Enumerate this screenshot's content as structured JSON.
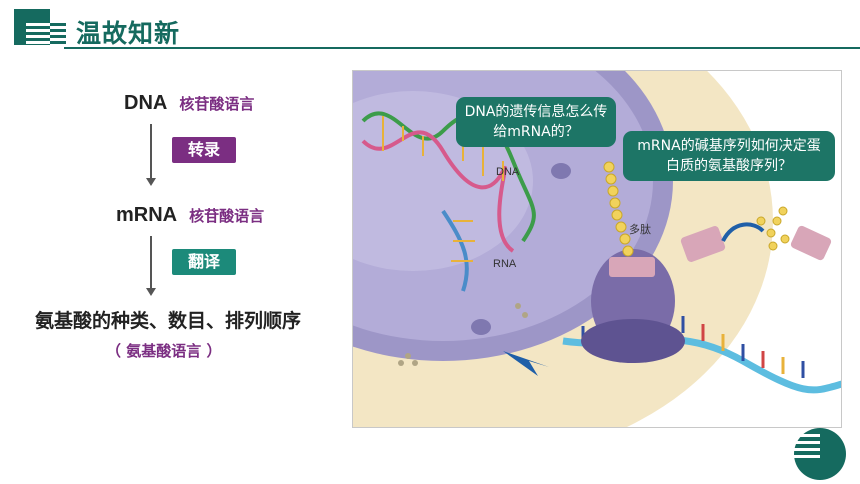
{
  "header": {
    "title": "温故知新"
  },
  "flow": {
    "dna": "DNA",
    "dna_note": "核苷酸语言",
    "step1": "转录",
    "mrna": "mRNA",
    "mrna_note": "核苷酸语言",
    "step2": "翻译",
    "result": "氨基酸的种类、数目、排列顺序",
    "result_note": "（ 氨基酸语言 ）"
  },
  "illustration": {
    "bubble1": "DNA的遗传信息怎么传给mRNA的？",
    "bubble2": "mRNA的碱基序列如何决定蛋白质的氨基酸序列？",
    "label_dna": "DNA",
    "label_rna": "RNA",
    "label_peptide": "多肽"
  },
  "colors": {
    "accent": "#156a5f",
    "purple": "#7b2e82",
    "bubble": "#1d7566"
  }
}
